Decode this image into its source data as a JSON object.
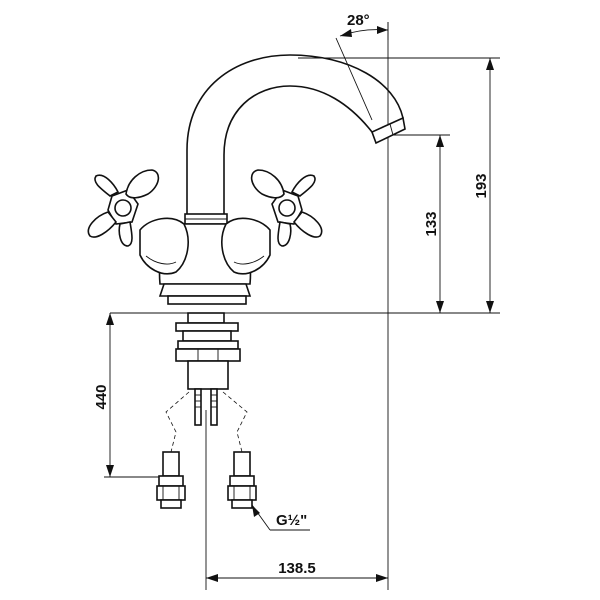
{
  "drawing": {
    "subject": "basin mixer tap",
    "dimensions": {
      "angle": "28°",
      "height_total": "193",
      "height_spout": "133",
      "depth_below": "440",
      "reach": "138.5",
      "thread_prefix": "G",
      "thread_size": "½\""
    }
  }
}
